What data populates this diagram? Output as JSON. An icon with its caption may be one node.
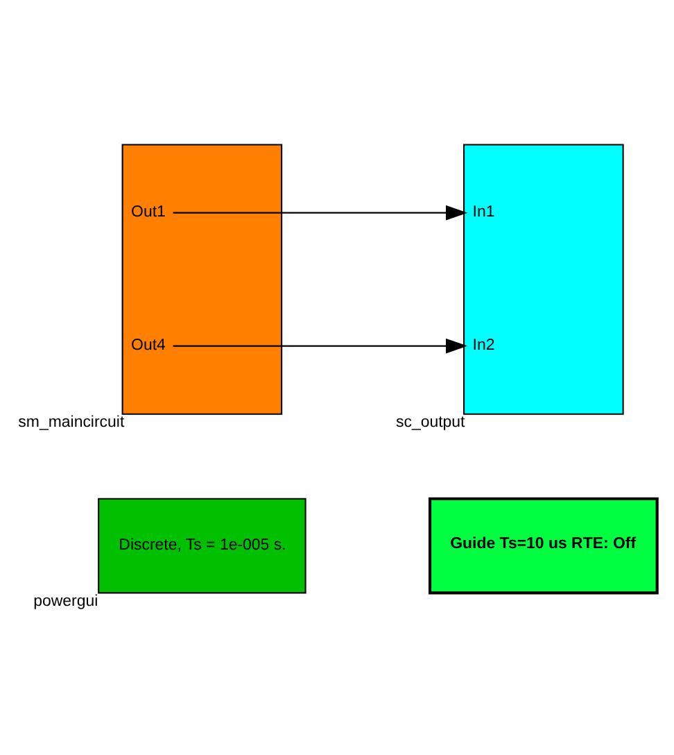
{
  "diagram": {
    "nodes": [
      {
        "text": [
          "Discrete, Ts = 1e-005 s."
        ],
        "beside": [
          "powergui"
        ]
      },
      {
        "text": [
          "Guide Ts=10 us RTE: Off"
        ]
      },
      {
        "text": [
          "Out1",
          "Out4"
        ],
        "beside": [
          "sm_maincircuit"
        ]
      },
      {
        "text": [
          "In1",
          "In2"
        ],
        "beside": [
          "sc_output"
        ]
      }
    ],
    "edges": [
      {
        "from": 2,
        "to": 3,
        "arrow": "to"
      },
      {
        "from": 2,
        "to": 3,
        "arrow": "to"
      }
    ]
  }
}
